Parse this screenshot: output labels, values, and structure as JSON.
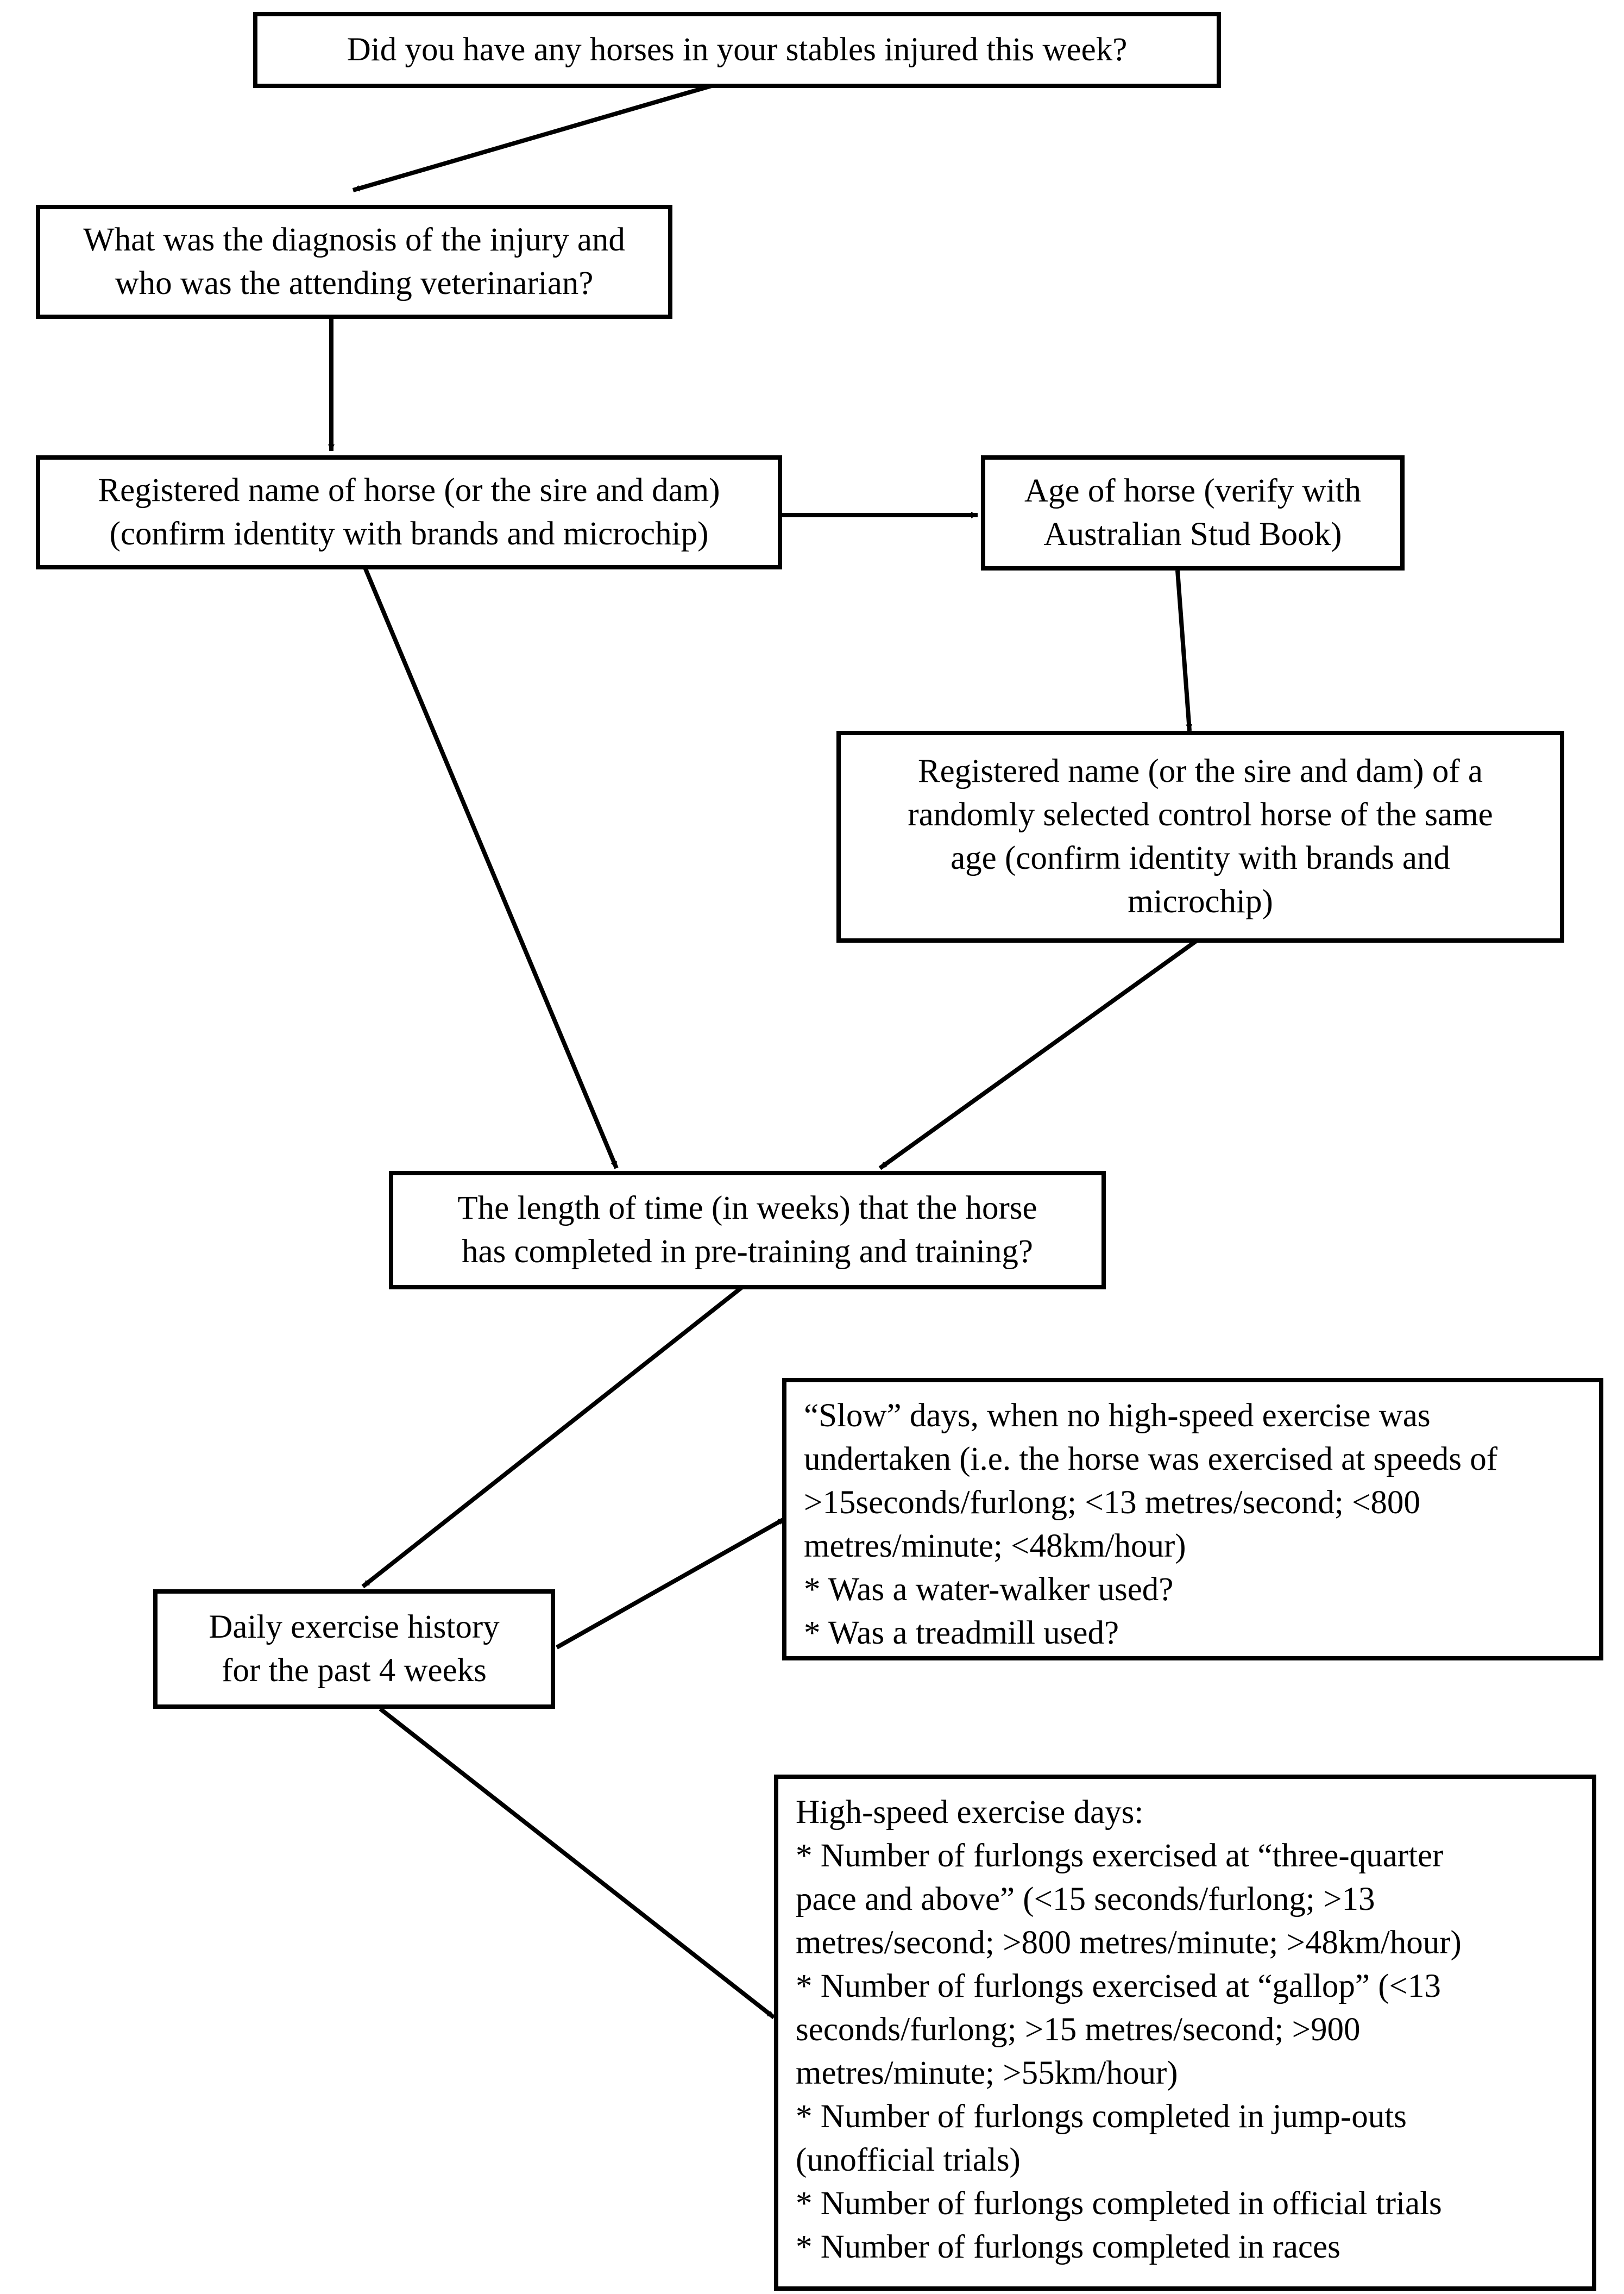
{
  "diagram": {
    "q1": {
      "lines": [
        "Did you have any horses in your stables injured this week?"
      ]
    },
    "q2": {
      "lines": [
        "What was the diagnosis of the injury and",
        "who was the attending veterinarian?"
      ]
    },
    "q3": {
      "lines": [
        "Registered name of horse (or the sire and dam)",
        "(confirm identity with brands and microchip)"
      ]
    },
    "q4": {
      "lines": [
        "Age of horse (verify with",
        "Australian Stud Book)"
      ]
    },
    "q5": {
      "lines": [
        "Registered name (or the sire and dam) of a",
        "randomly selected control horse of the same",
        "age (confirm identity with brands and",
        "microchip)"
      ]
    },
    "q6": {
      "lines": [
        "The length of time (in weeks) that the horse",
        "has completed in pre-training and training?"
      ]
    },
    "q7": {
      "lines": [
        "Daily exercise history",
        "for the past 4 weeks"
      ]
    },
    "q8": {
      "lines": [
        "“Slow” days, when no high-speed exercise was",
        "undertaken (i.e. the horse was exercised at speeds of",
        ">15seconds/furlong; <13 metres/second; <800",
        "metres/minute; <48km/hour)",
        "*  Was a water-walker used?",
        "*  Was a treadmill used?"
      ]
    },
    "q9": {
      "lines": [
        "High-speed exercise days:",
        "*  Number of furlongs exercised at “three-quarter",
        "pace and above” (<15 seconds/furlong; >13",
        "metres/second; >800 metres/minute; >48km/hour)",
        "*  Number of furlongs exercised at “gallop” (<13",
        "seconds/furlong; >15 metres/second; >900",
        "metres/minute; >55km/hour)",
        "*  Number of furlongs completed in jump-outs",
        "(unofficial trials)",
        "*  Number of furlongs completed in official trials",
        "*  Number of furlongs completed in races"
      ]
    }
  }
}
